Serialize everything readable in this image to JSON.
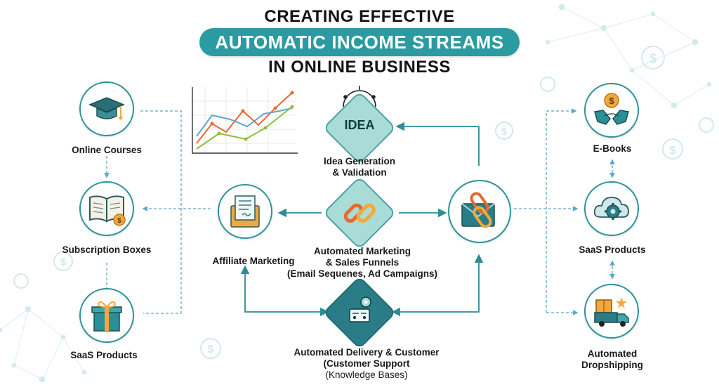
{
  "title": {
    "line1": "CREATING EFFECTIVE",
    "line2": "AUTOMATIC INCOME STREAMS",
    "line3": "IN ONLINE BUSINESS"
  },
  "center": {
    "idea_text": "IDEA",
    "idea_label": [
      "Idea Generation",
      "& Validation"
    ],
    "funnels_label": [
      "Automated Marketing",
      "& Sales Funnels",
      "(Email Sequenes, Ad Campaigns)"
    ],
    "delivery_label": [
      "Automated Delivery & Customer",
      "(Customer Support",
      "(Knowledge Bases)"
    ],
    "affiliate_label": "Affiliate Marketing"
  },
  "left": {
    "items": [
      {
        "label": "Online Courses",
        "icon": "graduation-cap-icon"
      },
      {
        "label": "Subscription Boxes",
        "icon": "open-book-icon"
      },
      {
        "label": "SaaS Products",
        "icon": "gift-box-icon"
      }
    ]
  },
  "right": {
    "items": [
      {
        "label": "E-Books",
        "icon": "coin-hands-icon"
      },
      {
        "label": "SaaS Products",
        "icon": "cloud-gear-icon"
      },
      {
        "label": "Automated",
        "label2": "Dropshipping",
        "icon": "delivery-truck-icon"
      }
    ]
  },
  "colors": {
    "teal": "#2c9aa1",
    "dark_teal": "#2a7d86",
    "light_teal": "#a9dcd6",
    "orange": "#e8692f",
    "gold": "#f2a93b",
    "green": "#8cbf3f",
    "blue": "#5aa8c8"
  }
}
